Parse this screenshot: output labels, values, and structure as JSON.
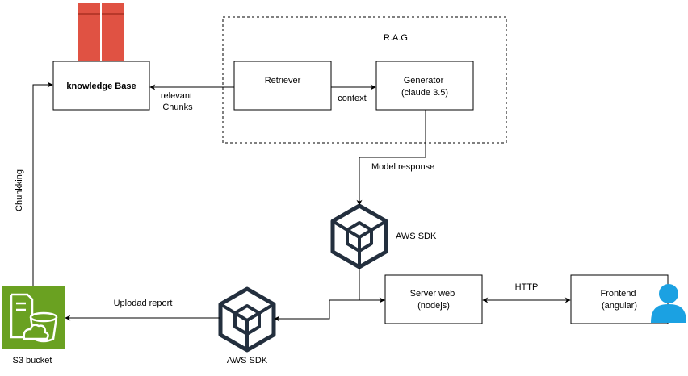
{
  "rag_group": {
    "label": "R.A.G"
  },
  "nodes": {
    "knowledge_base": "knowledge Base",
    "retriever": "Retriever",
    "generator": [
      "Generator",
      "(claude 3.5)"
    ],
    "server_web": [
      "Server web",
      "(nodejs)"
    ],
    "frontend": [
      "Frontend",
      "(angular)"
    ],
    "aws_sdk_top": "AWS SDK",
    "aws_sdk_bottom": "AWS SDK",
    "s3_bucket": "S3 bucket"
  },
  "edges": {
    "relevant_chunks": [
      "relevant",
      "Chunks"
    ],
    "context": "context",
    "model_response": "Model response",
    "http": "HTTP",
    "upload_report": "Uplodad report",
    "chunking": "Chunkking"
  },
  "colors": {
    "kb_icon": "#E05243",
    "kb_icon_dark": "#B8382A",
    "s3_icon": "#6AA121",
    "s3_icon_dark": "#3F7A17",
    "user_icon": "#1BA1E2",
    "sdk_icon": "#232F3E"
  },
  "icons": [
    "knowledge-base-icon",
    "aws-sdk-icon",
    "s3-bucket-icon",
    "user-icon"
  ]
}
